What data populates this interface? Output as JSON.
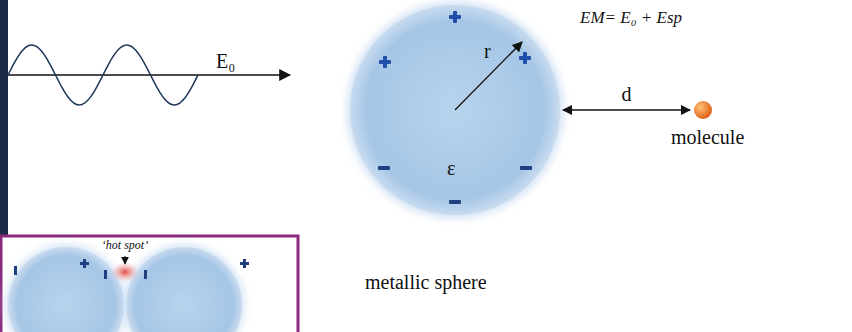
{
  "diagram": {
    "nodes": [
      {
        "text": [
          "ε",
          "metallic sphere"
        ]
      },
      {
        "text": [
          "molecule"
        ]
      }
    ],
    "edges": [
      {
        "from": 0,
        "to": 1,
        "arrow": "both",
        "label": "d"
      }
    ],
    "labels": [
      "E₀",
      "EM= E₀ + Esp",
      "r",
      "‘hot spot’"
    ]
  }
}
